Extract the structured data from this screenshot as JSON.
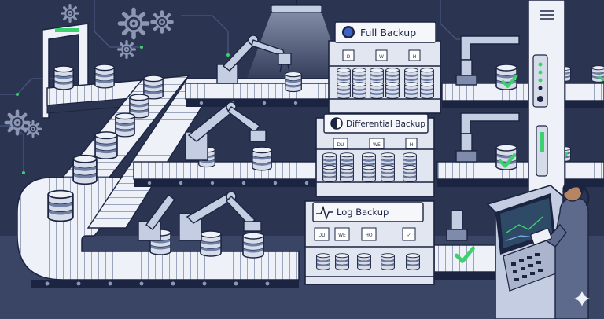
{
  "labels": {
    "full": "Full Backup",
    "differential": "Differential Backup",
    "log": "Log Backup"
  },
  "tags": {
    "full": [
      "D",
      "W",
      "H"
    ],
    "differential": [
      "DU",
      "WE",
      "H"
    ],
    "log": [
      "DU",
      "WE",
      "HO",
      "✓"
    ]
  },
  "colors": {
    "background": "#2b3552",
    "belt": "#e8ebf3",
    "outline": "#1b2440",
    "accent_green": "#3bd16f",
    "cylinder_blue": "#6e7fa6",
    "cylinder_light": "#cfd6e6"
  }
}
